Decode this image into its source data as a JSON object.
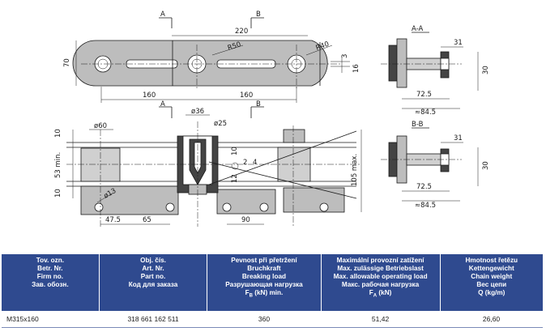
{
  "drawing": {
    "section_aa_top": "A",
    "section_aa_bottom": "A",
    "section_bb_top": "B",
    "section_bb_bottom": "B",
    "dim_pitch_220": "220",
    "dim_height_70": "70",
    "dim_slot_160_left": "160",
    "dim_slot_160_right": "160",
    "dim_r50": "R50",
    "dim_r40": "R40",
    "dim_3": "3",
    "dim_16": "16",
    "dim_d36": "ø36",
    "dim_d25": "ø25",
    "dim_d60": "ø60",
    "dim_d13": "ø13",
    "dim_10_top": "10",
    "dim_53_min": "53 min.",
    "dim_10_bottom": "10",
    "dim_10_inner": "10",
    "dim_12_inner": "12",
    "dim_4": "4",
    "dim_2": "2",
    "dim_105_max": "105 max.",
    "dim_47_5": "47.5",
    "dim_65": "65",
    "dim_90": "90",
    "view_aa_label": "A-A",
    "view_aa_31": "31",
    "view_aa_30": "30",
    "view_aa_72_5": "72.5",
    "view_aa_84_5": "≈84.5",
    "view_bb_label": "B-B",
    "view_bb_31": "31",
    "view_bb_30": "30",
    "view_bb_72_5": "72.5",
    "view_bb_84_5": "≈84.5"
  },
  "table": {
    "headers": [
      [
        "Tov. ozn.",
        "Betr. Nr.",
        "Firm no.",
        "Зав. обозн."
      ],
      [
        "Obj. čís.",
        "Art. Nr.",
        "Part no.",
        "Код для заказа"
      ],
      [
        "Pevnost při přetržení",
        "Bruchkraft",
        "Breaking load",
        "Разрушающая нагрузка",
        "F",
        "B",
        " (kN) min."
      ],
      [
        "Maximální provozní zatížení",
        "Max. zulässige Betriebslast",
        "Max. allowable operating load",
        "Макс. рабочая нагрузка",
        "F",
        "A",
        " (kN)"
      ],
      [
        "Hmotnost řetězu",
        "Kettengewicht",
        "Chain weight",
        "Вес цепи",
        "Q (kg/m)"
      ]
    ],
    "row": [
      "M315x160",
      "318 661 162 511",
      "360",
      "51,42",
      "26,60"
    ]
  },
  "colors": {
    "header_bg": "#2f4a8f",
    "header_text": "#ffffff",
    "plate_fill": "#bdbdbd"
  }
}
